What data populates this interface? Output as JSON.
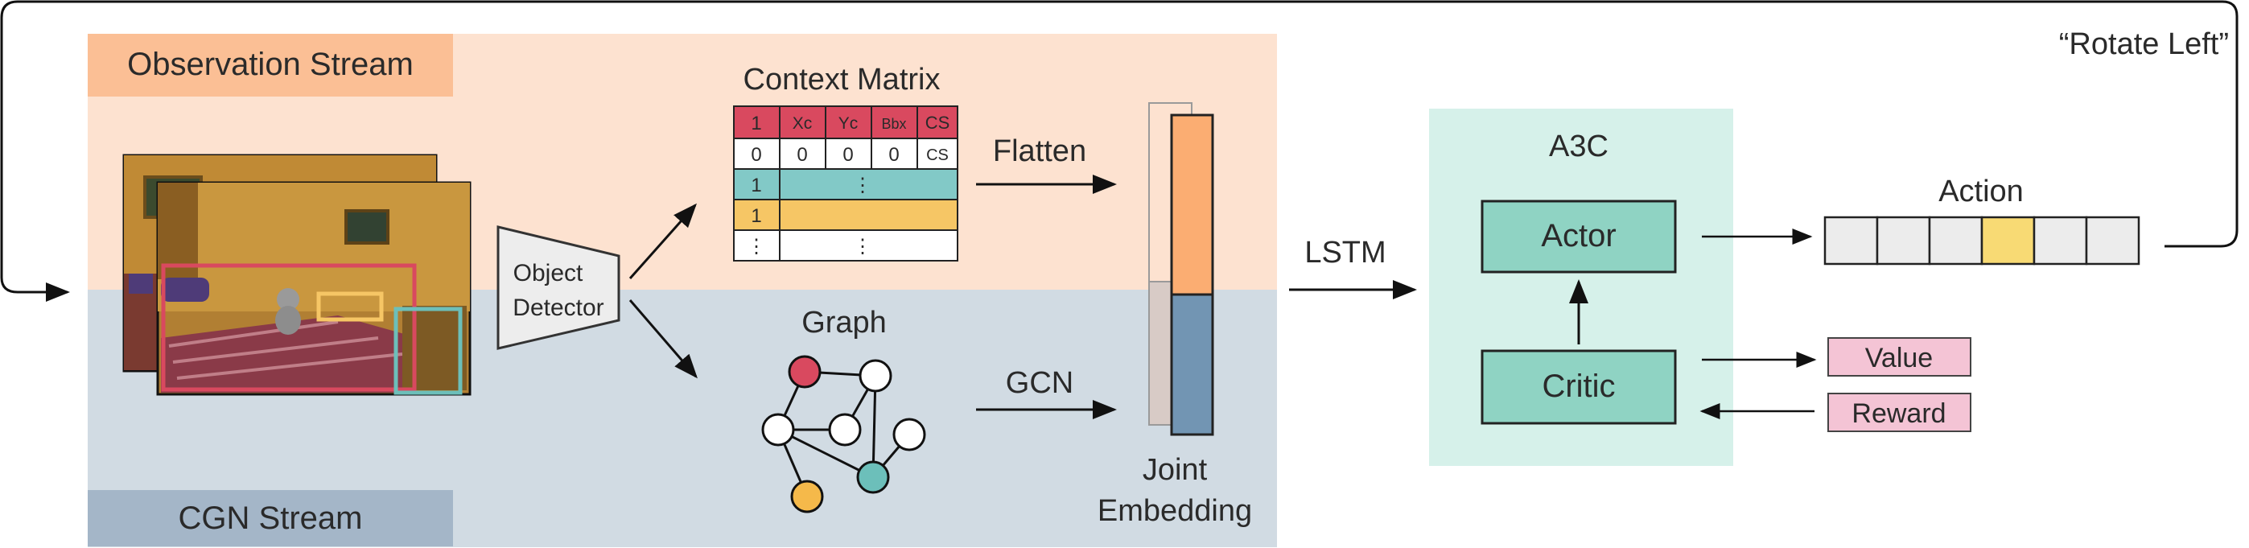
{
  "streams": {
    "observation_label": "Observation Stream",
    "cgn_label": "CGN Stream"
  },
  "detector": {
    "line1": "Object",
    "line2": "Detector"
  },
  "context_matrix": {
    "title": "Context Matrix",
    "header": [
      "1",
      "Xc",
      "Yc",
      "Bbx",
      "CS"
    ],
    "row_zero": [
      "0",
      "0",
      "0",
      "0",
      "CS"
    ],
    "row_teal": [
      "1",
      "⋮"
    ],
    "row_yellow": [
      "1"
    ],
    "row_dots": [
      "⋮",
      "⋮"
    ]
  },
  "graph": {
    "title": "Graph"
  },
  "edge_labels": {
    "flatten": "Flatten",
    "gcn": "GCN",
    "lstm": "LSTM"
  },
  "joint_embedding": {
    "line1": "Joint",
    "line2": "Embedding"
  },
  "a3c": {
    "title": "A3C",
    "actor": "Actor",
    "critic": "Critic"
  },
  "action": {
    "label": "Action",
    "cell_count": 6,
    "selected_index": 3,
    "quote": "“Rotate Left”"
  },
  "outputs": {
    "value": "Value",
    "reward": "Reward"
  },
  "colors": {
    "observation_bg": "#fde2d0",
    "observation_tab": "#fbbf95",
    "cgn_bg": "#d1dbe3",
    "cgn_tab": "#a4b6c8",
    "a3c_bg": "#d6f1ea",
    "module_fill": "#8fd3c3",
    "header_red": "#d9495f",
    "row_teal": "#82c9c7",
    "row_yellow": "#f6c665",
    "embed_orange": "#fbad72",
    "embed_blue": "#7295b3",
    "output_pink": "#f4c4d5",
    "action_selected": "#f8da74",
    "action_cell": "#ececec",
    "node_red": "#d9495f",
    "node_teal": "#6cbfba",
    "node_yellow": "#f5b94a"
  }
}
